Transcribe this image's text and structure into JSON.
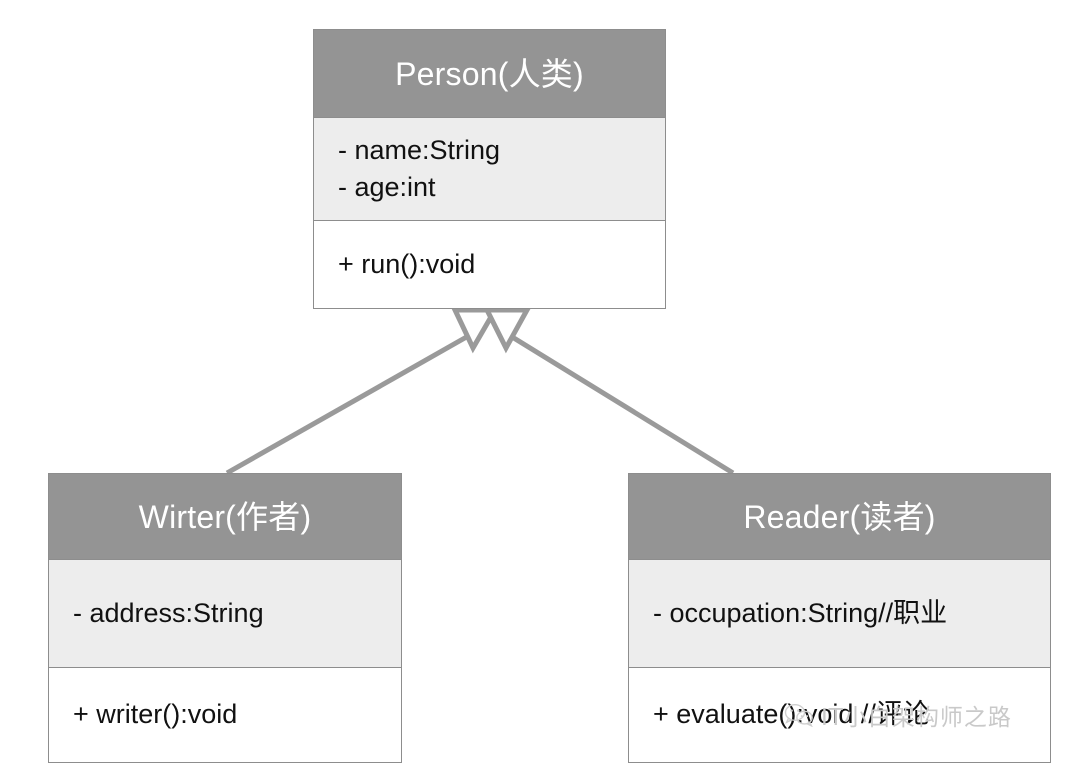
{
  "diagram": {
    "type": "uml-class-diagram",
    "background_color": "#ffffff",
    "header_color": "#949494",
    "attribute_color": "#ededed",
    "operation_color": "#ffffff",
    "border_color": "#8d8d8d",
    "edge_color": "#9a9a9a",
    "relationship": "generalization"
  },
  "classes": {
    "person": {
      "name": "Person(人类)",
      "attributes": [
        "- name:String",
        "- age:int"
      ],
      "operations": [
        "+ run():void"
      ]
    },
    "wirter": {
      "name": "Wirter(作者)",
      "attributes": [
        "- address:String"
      ],
      "operations": [
        "+ writer():void"
      ]
    },
    "reader": {
      "name": "Reader(读者)",
      "attributes": [
        "- occupation:String//职业"
      ],
      "operations": [
        "+ evaluate():void //评论"
      ]
    }
  },
  "watermark": {
    "icon": "wechat-icon",
    "label": "IT小白架构师之路",
    "color": "#c9c9c9"
  }
}
